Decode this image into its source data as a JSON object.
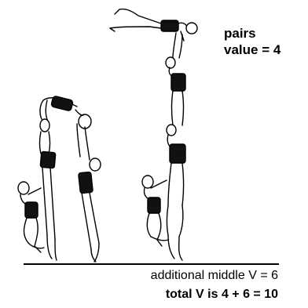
{
  "labels": {
    "pairs": "pairs",
    "value": "value = 4",
    "additional_middle": "additional middle V = 6",
    "total": "total V is 4 + 6 = 10"
  },
  "colors": {
    "ink": "#000000",
    "skin": "#ffffff",
    "costume": "#111111"
  },
  "figures": {
    "left_group": "three-person acrobatic pyramid",
    "right_group": "four-level acrobatic column with horizontal flyer on top"
  }
}
